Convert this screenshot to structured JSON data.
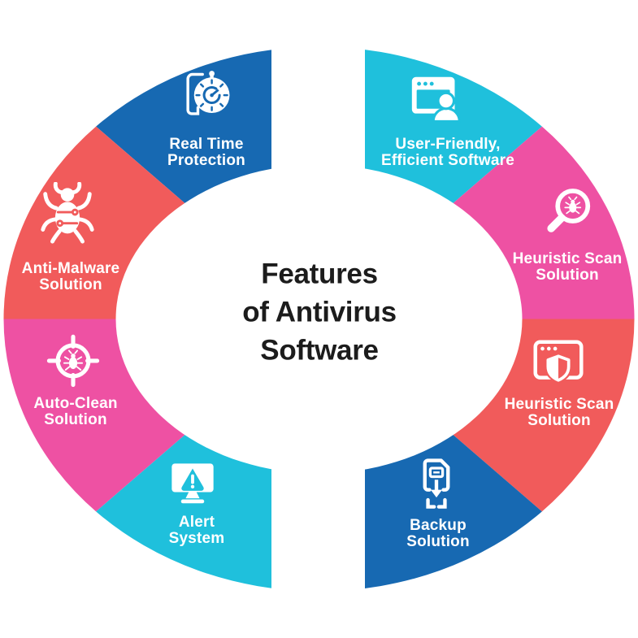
{
  "title": {
    "lines": [
      "Features",
      "of Antivirus",
      "Software"
    ],
    "text_color": "#1c1c1c"
  },
  "colors": {
    "blue": "#1769b2",
    "red": "#f15b5b",
    "pink": "#ee51a3",
    "cyan": "#1fc0dc",
    "background": "#ffffff"
  },
  "segments": [
    {
      "id": "real-time-protection",
      "lines": [
        "Real Time",
        "Protection"
      ],
      "color": "#1769b2",
      "color_name": "blue",
      "icon": "stopwatch-cable-icon",
      "side": "left"
    },
    {
      "id": "anti-malware-solution",
      "lines": [
        "Anti-Malware",
        "Solution"
      ],
      "color": "#f15b5b",
      "color_name": "red",
      "icon": "malware-bug-icon",
      "side": "left"
    },
    {
      "id": "auto-clean-solution",
      "lines": [
        "Auto-Clean",
        "Solution"
      ],
      "color": "#ee51a3",
      "color_name": "pink",
      "icon": "target-bug-icon",
      "side": "left"
    },
    {
      "id": "alert-system",
      "lines": [
        "Alert",
        "System"
      ],
      "color": "#1fc0dc",
      "color_name": "cyan",
      "icon": "monitor-warning-icon",
      "side": "left"
    },
    {
      "id": "user-friendly-efficient-software",
      "lines": [
        "User-Friendly,",
        "Efficient Software"
      ],
      "color": "#1fc0dc",
      "color_name": "cyan",
      "icon": "window-user-icon",
      "side": "right"
    },
    {
      "id": "heuristic-scan-solution",
      "lines": [
        "Heuristic Scan",
        "Solution"
      ],
      "color": "#ee51a3",
      "color_name": "pink",
      "icon": "magnifier-bug-icon",
      "side": "right"
    },
    {
      "id": "heuristic-scan-solution-2",
      "lines": [
        "Heuristic Scan",
        "Solution"
      ],
      "color": "#f15b5b",
      "color_name": "red",
      "icon": "window-shield-icon",
      "side": "right"
    },
    {
      "id": "backup-solution",
      "lines": [
        "Backup",
        "Solution"
      ],
      "color": "#1769b2",
      "color_name": "blue",
      "icon": "backup-disk-icon",
      "side": "right"
    }
  ]
}
